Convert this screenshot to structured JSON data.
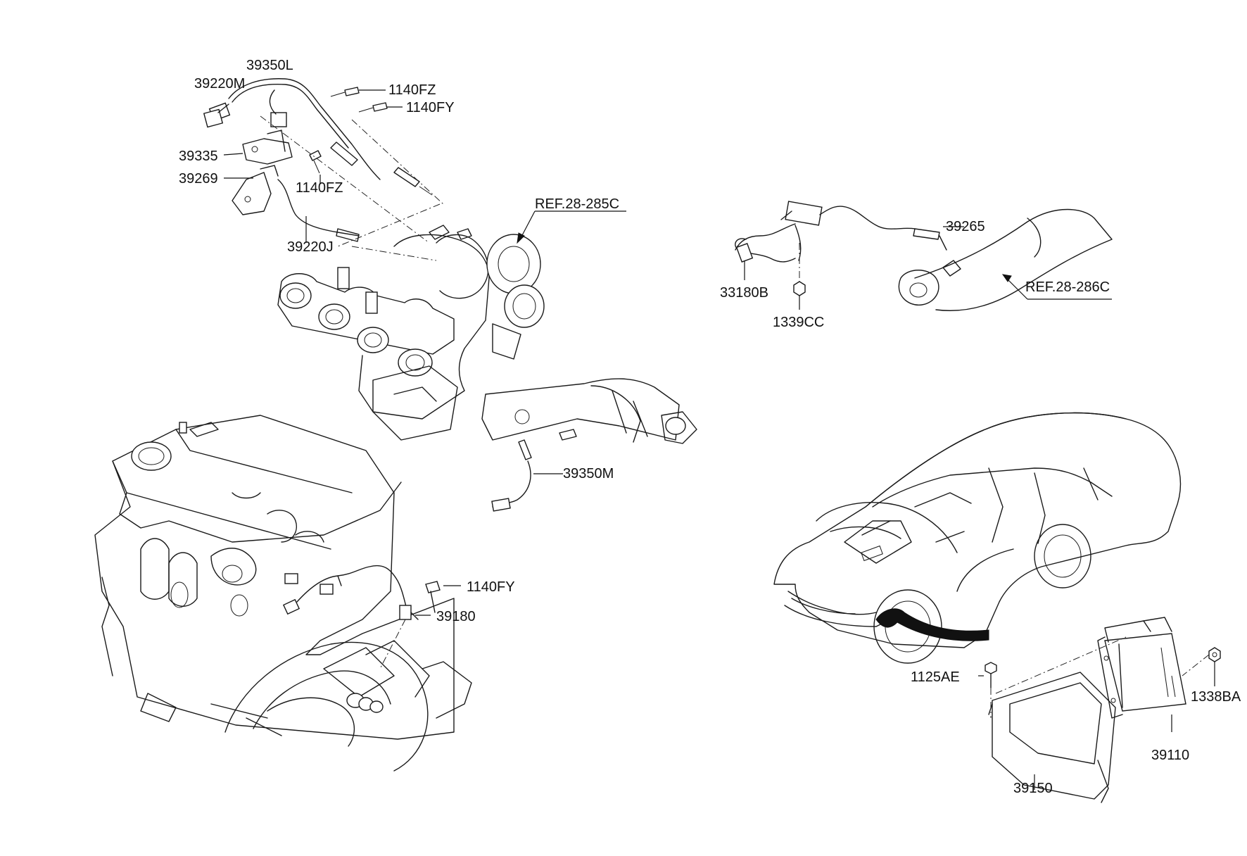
{
  "labels": {
    "p39350L": "39350L",
    "p39220M": "39220M",
    "p1140FZ_a": "1140FZ",
    "p1140FY_a": "1140FY",
    "p39335": "39335",
    "p39269": "39269",
    "p1140FZ_b": "1140FZ",
    "p39220J": "39220J",
    "ref285": "REF.28-285C",
    "p39350M": "39350M",
    "p39265": "39265",
    "p33180B": "33180B",
    "p1339CC": "1339CC",
    "ref286": "REF.28-286C",
    "p1140FY_b": "1140FY",
    "p39180": "39180",
    "p1125AE": "1125AE",
    "p1338BA": "1338BA",
    "p39110": "39110",
    "p39150": "39150"
  },
  "colors": {
    "line": "#1a1a1a",
    "background": "#ffffff",
    "arrow_fill": "#111111"
  }
}
